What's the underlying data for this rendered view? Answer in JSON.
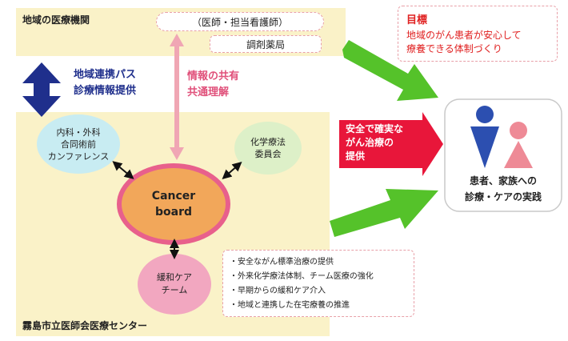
{
  "regional": {
    "title": "地域の医療機関",
    "doctors": "（医師・担当看護師）",
    "pharmacy": "調剤薬局"
  },
  "goal": {
    "title": "目標",
    "line1": "地域のがん患者が安心して",
    "line2": "療養できる体制づくり"
  },
  "link_path": {
    "line1": "地域連携パス",
    "line2": "診療情報提供"
  },
  "info_share": {
    "line1": "情報の共有",
    "line2": "共通理解"
  },
  "center": {
    "name": "霧島市立医師会医療センター",
    "conference": [
      "内科・外科",
      "合同術前",
      "カンファレンス"
    ],
    "chemo_committee": [
      "化学療法",
      "委員会"
    ],
    "cancer_board": [
      "Cancer",
      "board"
    ],
    "palliative": [
      "緩和ケア",
      "チーム"
    ]
  },
  "provision": [
    "安全で確実な",
    "がん治療の",
    "提供"
  ],
  "patients": [
    "患者、家族への",
    "診療・ケアの実践"
  ],
  "initiatives": [
    "・安全ながん標準治療の提供",
    "・外来化学療法体制、チーム医療の強化",
    "・早期からの緩和ケア介入",
    "・地域と連携した在宅療養の推進"
  ],
  "colors": {
    "panel": "#faf2c8",
    "navy": "#1f2f8c",
    "pink_text": "#e0507a",
    "red_text": "#e02020",
    "green_arrow": "#55c22a",
    "cancer_board_fill": "#f2a75a",
    "cancer_board_ring": "#e8608c",
    "patient_blue": "#2c4fb0",
    "patient_pink": "#ee8a96"
  }
}
